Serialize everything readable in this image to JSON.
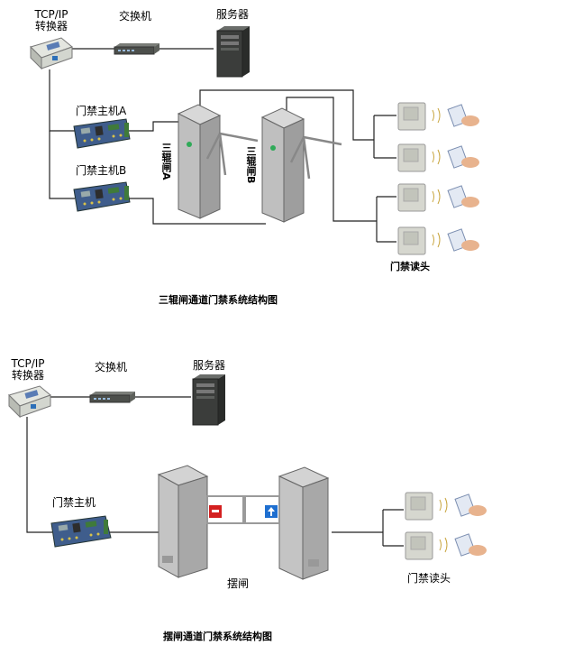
{
  "diagram1": {
    "converter_label_line1": "TCP/IP",
    "converter_label_line2": "转换器",
    "switch_label": "交换机",
    "server_label": "服务器",
    "controller_a_label": "门禁主机A",
    "controller_b_label": "门禁主机B",
    "gate_a_label": "三辊闸A",
    "gate_b_label": "三辊闸B",
    "readers_label": "门禁读头",
    "title": "三辊闸通道门禁系统结构图"
  },
  "diagram2": {
    "converter_label_line1": "TCP/IP",
    "converter_label_line2": "转换器",
    "switch_label": "交换机",
    "server_label": "服务器",
    "controller_label": "门禁主机",
    "gate_label": "摆闸",
    "readers_label": "门禁读头",
    "title": "摆闸通道门禁系统结构图"
  },
  "colors": {
    "line": "#222222",
    "device_gray": "#c9cbc4",
    "board_blue": "#3f5d8c",
    "board_green": "#3f7a3a",
    "gate_metal": "#bdbdbd",
    "sign_red": "#d42020",
    "sign_blue": "#1f6fd0"
  }
}
